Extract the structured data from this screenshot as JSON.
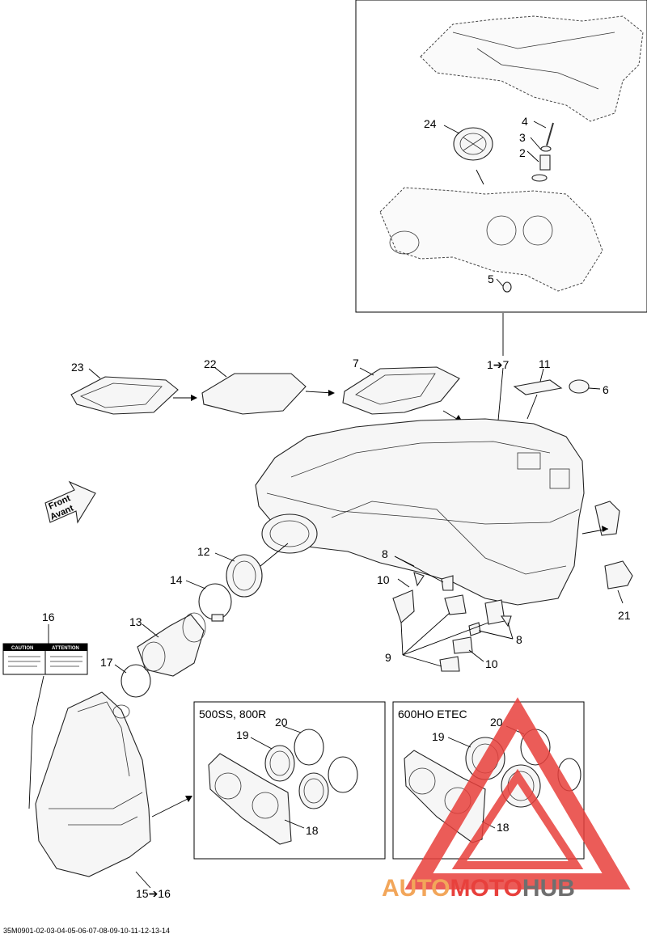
{
  "labels": {
    "p1_7": "1➔7",
    "p2": "2",
    "p3": "3",
    "p4": "4",
    "p5": "5",
    "p6": "6",
    "p7": "7",
    "p8a": "8",
    "p8b": "8",
    "p9": "9",
    "p10a": "10",
    "p10b": "10",
    "p11": "11",
    "p12": "12",
    "p13": "13",
    "p14": "14",
    "p15_16": "15➔16",
    "p16": "16",
    "p17": "17",
    "p18a": "18",
    "p18b": "18",
    "p19a": "19",
    "p19b": "19",
    "p20a": "20",
    "p20b": "20",
    "p21": "21",
    "p22": "22",
    "p23": "23",
    "p24": "24"
  },
  "boxes": {
    "left_title": "500SS, 800R",
    "right_title": "600HO ETEC"
  },
  "front_arrow": {
    "line1": "Front",
    "line2": "Avant"
  },
  "warning_label": {
    "left": "CAUTION",
    "right": "ATTENTION"
  },
  "reference_code": "35M0901-02-03-04-05-06-07-08-09-10-11-12-13-14",
  "watermark": {
    "part1": "AUTO",
    "part2": "MOTO",
    "part3": "HUB",
    "color_orange": "#f2a65a",
    "color_red": "#e8403c",
    "color_gray": "#6f6f6f"
  }
}
